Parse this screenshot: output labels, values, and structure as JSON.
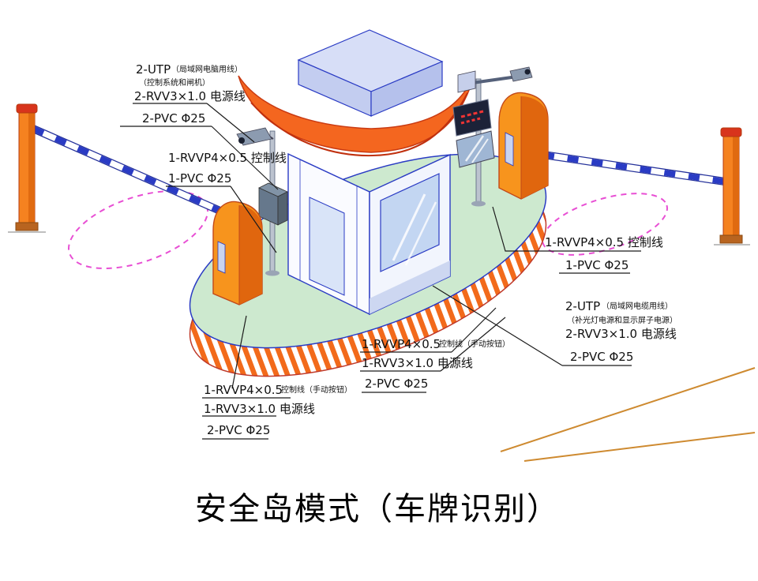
{
  "title": "安全岛模式（车牌识别）",
  "labels": {
    "top_left": {
      "utp": "2-UTP",
      "utp_note": "（局域网电脑用线）",
      "note2": "（控制系统和闸机）",
      "power": "2-RVV3×1.0 电源线",
      "pvc": "2-PVC Φ25"
    },
    "left_mid": {
      "control": "1-RVVP4×0.5 控制线",
      "pvc": "1-PVC Φ25"
    },
    "right_mid": {
      "control": "1-RVVP4×0.5 控制线",
      "pvc": "1-PVC Φ25"
    },
    "right_low": {
      "utp": "2-UTP",
      "utp_note": "（局域网电缆用线）",
      "note2": "（补光灯电源和显示屏子电源）",
      "power": "2-RVV3×1.0 电源线",
      "pvc": "2-PVC Φ25"
    },
    "center_low": {
      "signal": "1-RVVP4×0.5",
      "signal_note": "控制线（手动按钮）",
      "power": "1-RVV3×1.0 电源线",
      "pvc": "2-PVC Φ25"
    },
    "left_low": {
      "signal": "1-RVVP4×0.5",
      "signal_note": "控制线（手动按钮）",
      "power": "1-RVV3×1.0 电源线",
      "pvc": "2-PVC Φ25"
    }
  },
  "colors": {
    "outline_blue": "#2A3BC4",
    "island_green": "#CDE9CF",
    "stripe_orange": "#F26A1B",
    "machine_orange": "#F7941D",
    "canopy_orange": "#F4661F",
    "magenta": "#E84FD4",
    "post_orange": "#F58220",
    "leader": "#1B1B1B",
    "conduit_tan": "#CE8A30",
    "text": "#111111"
  }
}
